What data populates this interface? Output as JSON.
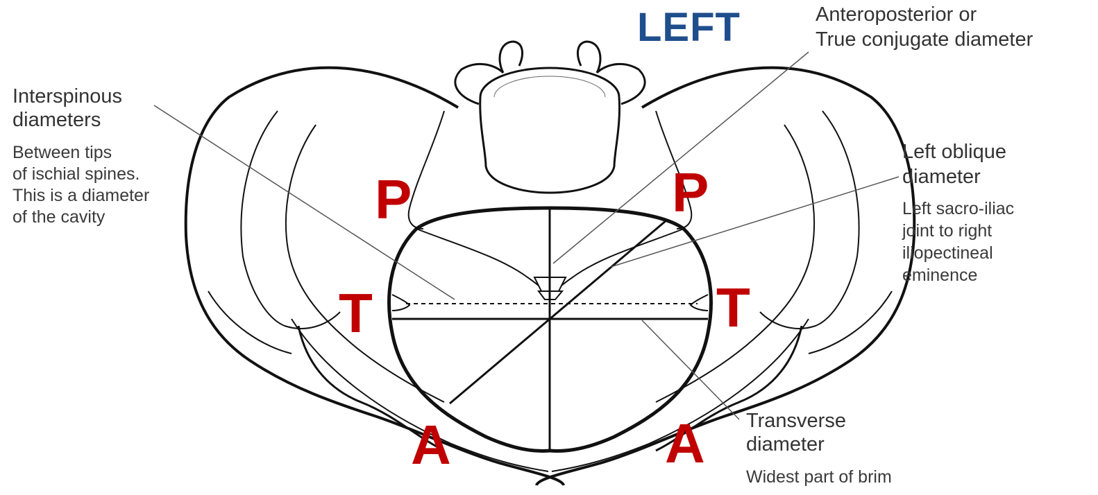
{
  "title": "LEFT",
  "colors": {
    "title": "#1f4e8c",
    "markers": "#c00000",
    "outline": "#111111",
    "text": "#333333"
  },
  "markers": {
    "p_left": "P",
    "p_right": "P",
    "t_left": "T",
    "t_right": "T",
    "a_left": "A",
    "a_right": "A"
  },
  "labels": {
    "anteroposterior": {
      "line1": "Anteroposterior or",
      "line2": "True conjugate diameter"
    },
    "interspinous": {
      "line1": "Interspinous",
      "line2": "diameters",
      "desc1": "Between tips",
      "desc2": "of ischial spines.",
      "desc3": "This is a diameter",
      "desc4": "of the cavity"
    },
    "left_oblique": {
      "line1": "Left oblique",
      "line2": "diameter",
      "desc1": "Left sacro-iliac",
      "desc2": "joint to right",
      "desc3": "iliopectineal",
      "desc4": "eminence"
    },
    "transverse": {
      "line1": "Transverse",
      "line2": "diameter",
      "desc1": "Widest part of brim"
    }
  }
}
